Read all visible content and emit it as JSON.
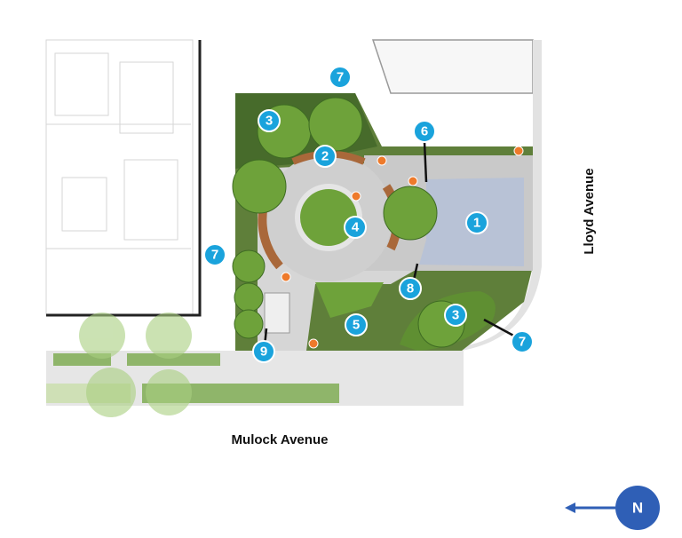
{
  "streets": {
    "south": "Mulock Avenue",
    "east": "Lloyd Avenue"
  },
  "north_arrow": {
    "label": "N",
    "color": "#2f5fb6"
  },
  "colors": {
    "badge": "#1aa3dc",
    "accent_dot": "#ee7a2b",
    "tree": "#6ea23a",
    "tree_dark": "#3e6b23",
    "paving": "#cfcfcf",
    "playground": "#b8c2d6",
    "grass": "#8fb56a"
  },
  "badges": [
    {
      "id": "1",
      "name": "playground-area"
    },
    {
      "id": "2",
      "name": "curved-seating-north"
    },
    {
      "id": "3",
      "name": "planting-bed-nw"
    },
    {
      "id": "3",
      "name": "planting-bed-se"
    },
    {
      "id": "4",
      "name": "central-tree-circle"
    },
    {
      "id": "5",
      "name": "south-planter"
    },
    {
      "id": "6",
      "name": "playground-edge-marker"
    },
    {
      "id": "7",
      "name": "north-walkway"
    },
    {
      "id": "7",
      "name": "west-walkway"
    },
    {
      "id": "7",
      "name": "southeast-corner"
    },
    {
      "id": "8",
      "name": "playground-entry-marker"
    },
    {
      "id": "9",
      "name": "kiosk-marker"
    }
  ],
  "icons": {
    "north_arrow": "north-arrow-icon",
    "feature_marker": "orange-dot-icon"
  }
}
